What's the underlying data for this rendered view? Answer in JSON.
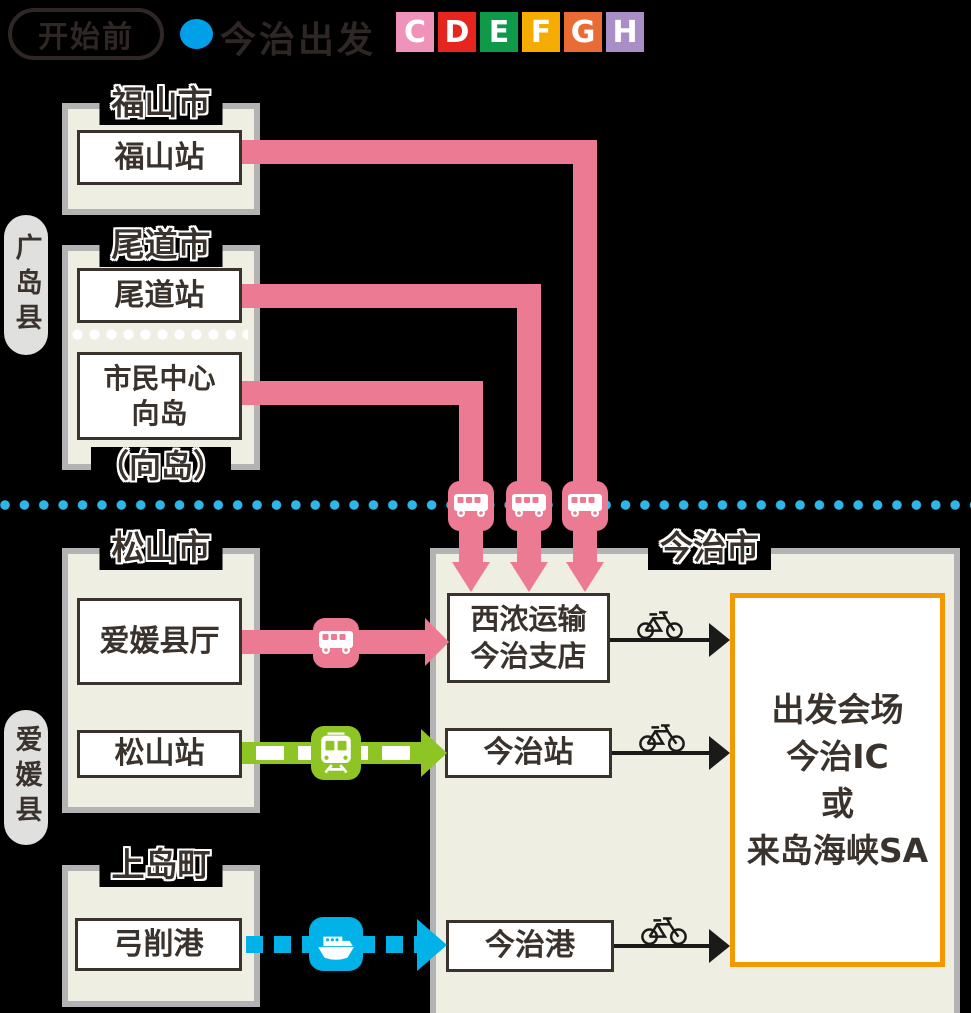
{
  "header": {
    "phase_label": "开始前",
    "legend_label": "今治出发",
    "legend_dot_color": "#00a0e9",
    "course_badges": [
      {
        "label": "C",
        "color": "#ef93bb"
      },
      {
        "label": "D",
        "color": "#e6251f"
      },
      {
        "label": "E",
        "color": "#0e9a48"
      },
      {
        "label": "F",
        "color": "#f6ab00"
      },
      {
        "label": "G",
        "color": "#ea6c35"
      },
      {
        "label": "H",
        "color": "#a98fc5"
      }
    ]
  },
  "prefectures": {
    "hiroshima": "广岛县",
    "ehime": "爱媛县"
  },
  "cities": {
    "fukuyama": {
      "title": "福山市",
      "station": "福山站"
    },
    "onomichi": {
      "title": "尾道市",
      "station": "尾道站",
      "center_line1": "市民中心",
      "center_line2": "向岛",
      "footnote": "（向岛）"
    },
    "matsuyama": {
      "title": "松山市",
      "office": "爱媛县厅",
      "station": "松山站"
    },
    "kamijima": {
      "title": "上岛町",
      "port": "弓削港"
    },
    "imabari": {
      "title": "今治市",
      "seino_line1": "西浓运输",
      "seino_line2": "今治支店",
      "station": "今治站",
      "port": "今治港"
    }
  },
  "venue": {
    "line1": "出发会场",
    "line2": "今治IC",
    "line3": "或",
    "line4": "来岛海峡SA"
  },
  "icons": {
    "bus": "bus-icon",
    "train": "train-icon",
    "ferry": "ferry-icon",
    "bicycle": "bicycle-icon"
  },
  "colors": {
    "bus_route": "#ec7a92",
    "train_route": "#8ec525",
    "ferry_route": "#00b2e8",
    "divider_dots": "#2eb6e8",
    "venue_border": "#f39800",
    "city_box_fill": "#efeee3",
    "city_box_border": "#b3b3b3",
    "text": "#3a332d"
  }
}
